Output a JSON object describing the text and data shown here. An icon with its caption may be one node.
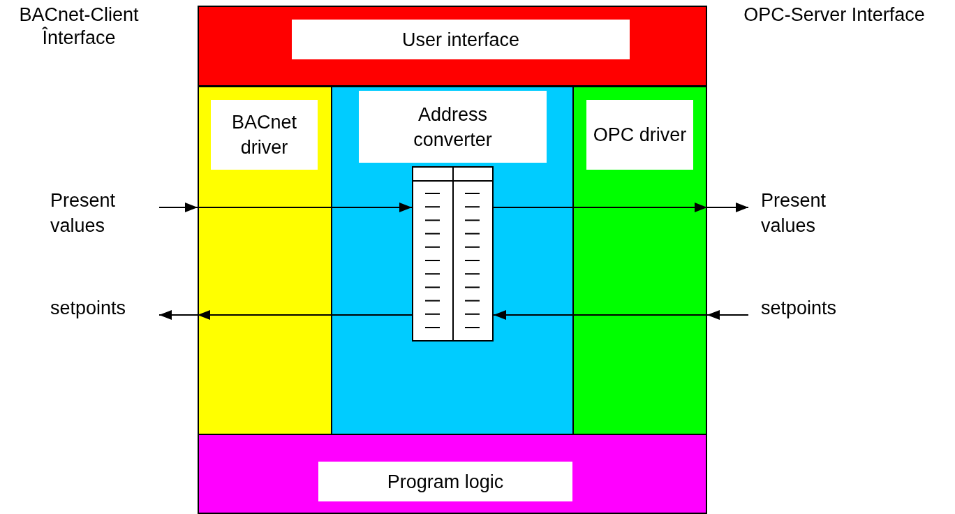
{
  "diagram": {
    "nodes": [
      {
        "text": [],
        "shape": "box"
      },
      {
        "text": [
          "User interface"
        ],
        "in": 0
      },
      {
        "text": [],
        "shape": "box"
      },
      {
        "text": [
          "BACnet driver"
        ],
        "in": 2
      },
      {
        "text": [],
        "shape": "box"
      },
      {
        "text": [
          "Address converter"
        ],
        "in": 4
      },
      {
        "text": [],
        "shape": "box",
        "in": 4
      },
      {
        "text": [],
        "shape": "box"
      },
      {
        "text": [
          "OPC driver"
        ],
        "in": 7
      },
      {
        "text": [],
        "shape": "box"
      },
      {
        "text": [
          "Program logic"
        ],
        "in": 9
      },
      {
        "text": [
          "Present values"
        ]
      },
      {
        "text": [
          "setpoints"
        ]
      },
      {
        "text": [
          "Present values"
        ]
      },
      {
        "text": [
          "setpoints"
        ]
      }
    ],
    "edges": [
      {
        "from": 11,
        "to": 2,
        "arrow": "to"
      },
      {
        "from": 2,
        "to": 6,
        "arrow": "to"
      },
      {
        "from": 6,
        "to": 7,
        "arrow": "to"
      },
      {
        "from": 7,
        "to": 13,
        "arrow": "to"
      },
      {
        "from": 14,
        "to": 7,
        "arrow": "to"
      },
      {
        "from": 7,
        "to": 6,
        "arrow": "to"
      },
      {
        "from": 6,
        "to": 2,
        "arrow": "to"
      },
      {
        "from": 2,
        "to": 12,
        "arrow": "to"
      }
    ],
    "labels": [
      "BACnet-Client Înterface",
      "OPC-Server Interface"
    ]
  }
}
